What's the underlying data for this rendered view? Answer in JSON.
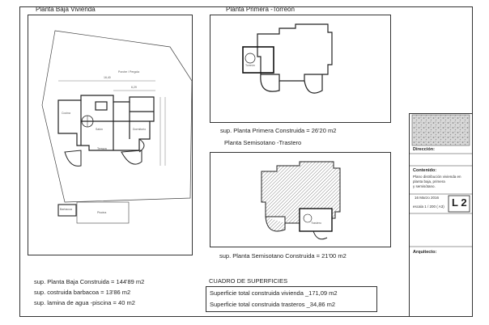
{
  "sheet": {
    "title_left": "Planta Baja Vivienda",
    "title_center": "Planta Primera -Torreón",
    "title_semi": "Planta Semisotano -Trastero",
    "sup_primera": "sup. Planta Primera Construida = 26'20 m2",
    "sup_semi": "sup. Planta Semisotano Construida = 21'00 m2",
    "sup_baja": "sup. Planta Baja Construida = 144'89 m2",
    "sup_barbacoa": "sup. costruida barbacoa = 13'86 m2",
    "sup_lamina": "sup. lamina de agua -piscina = 40 m2",
    "cuadro_title": "CUADRO DE SUPERFICIES",
    "total_vivienda": "Superficie total construida vivienda _171,09 m2",
    "total_trasteros": "Superficie total construida trasteros _34,86 m2"
  },
  "titleblock": {
    "direccion_label": "Dirección:",
    "contenido_label": "Contenido:",
    "contenido_text": [
      "Plano distribución vivienda en",
      "planta baja, primera",
      "y semisótano."
    ],
    "fecha": "16 Marzo 2016",
    "escala": "escala 1 / 200 ( A3)",
    "sheet_number": "L 2",
    "arquitecto_label": "Arquitecto:"
  },
  "plan_labels": {
    "dim_total": "16,40",
    "dim_partial": "6,29",
    "pergola": "Porche / Pergola",
    "salon": "Salón",
    "dormitorio": "Dormitorio",
    "cocina": "Cocina",
    "terraza": "Terraza",
    "barbacoa": "Barbacoa",
    "piscina": "Piscina",
    "trastero": "Trastero",
    "torreon": "Torreón"
  }
}
